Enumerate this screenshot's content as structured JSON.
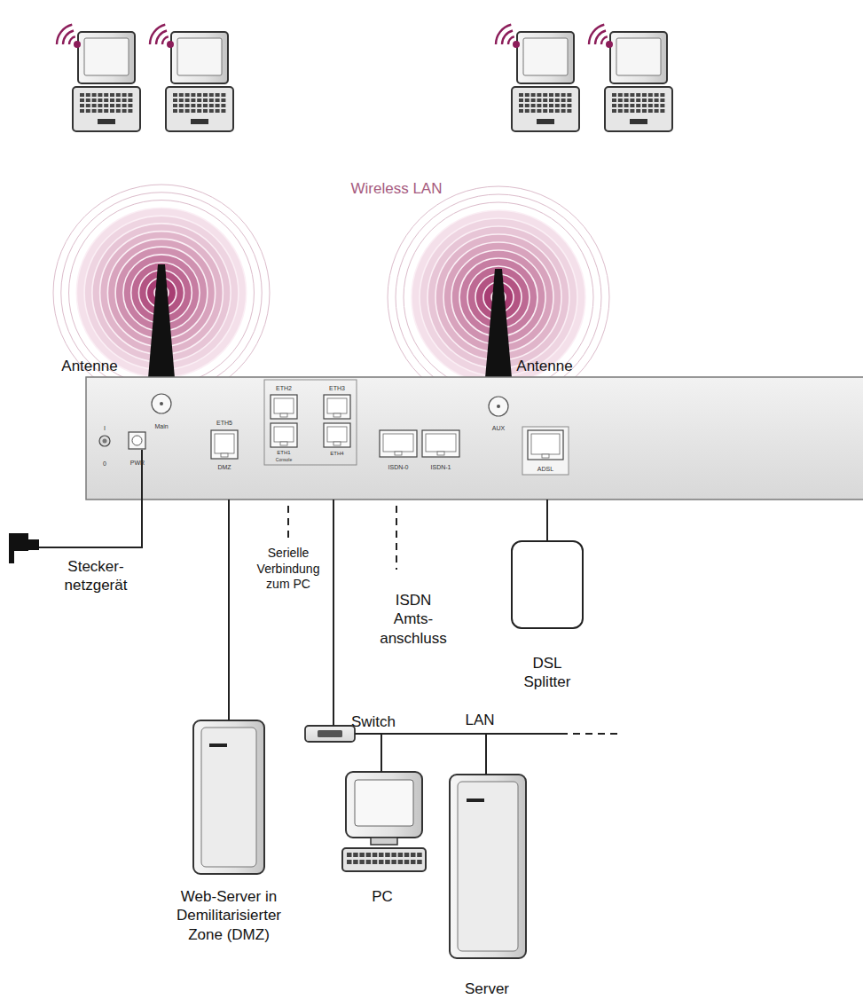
{
  "diagram": {
    "nodes": [
      {
        "text": [
          "Main",
          "PWR",
          "I",
          "0",
          "ETH5",
          "DMZ",
          "ETH2",
          "ETH3",
          "ETH1",
          "Console",
          "ETH4",
          "ISDN-0",
          "ISDN-1",
          "AUX",
          "ADSL"
        ]
      },
      {
        "text": [
          "Web-Server in Demilitarisierter Zone (DMZ)"
        ]
      },
      {
        "text": [
          "Switch"
        ]
      },
      {
        "text": [
          "PC"
        ]
      },
      {
        "text": [
          "Server"
        ]
      },
      {
        "text": [
          "DSL Splitter"
        ]
      }
    ],
    "edges": [
      {
        "from": 0,
        "to": 1,
        "arrow": "none"
      },
      {
        "from": 0,
        "to": 2,
        "arrow": "none"
      },
      {
        "from": 0,
        "to": 5,
        "arrow": "none"
      },
      {
        "from": 2,
        "to": 3,
        "arrow": "none"
      },
      {
        "from": 2,
        "to": 4,
        "arrow": "none"
      }
    ],
    "labels": [
      "Wireless LAN",
      "Antenne",
      "Antenne",
      "Stecker- netzgerät",
      "Serielle Verbindung zum PC",
      "ISDN Amts- anschluss",
      "LAN"
    ]
  }
}
